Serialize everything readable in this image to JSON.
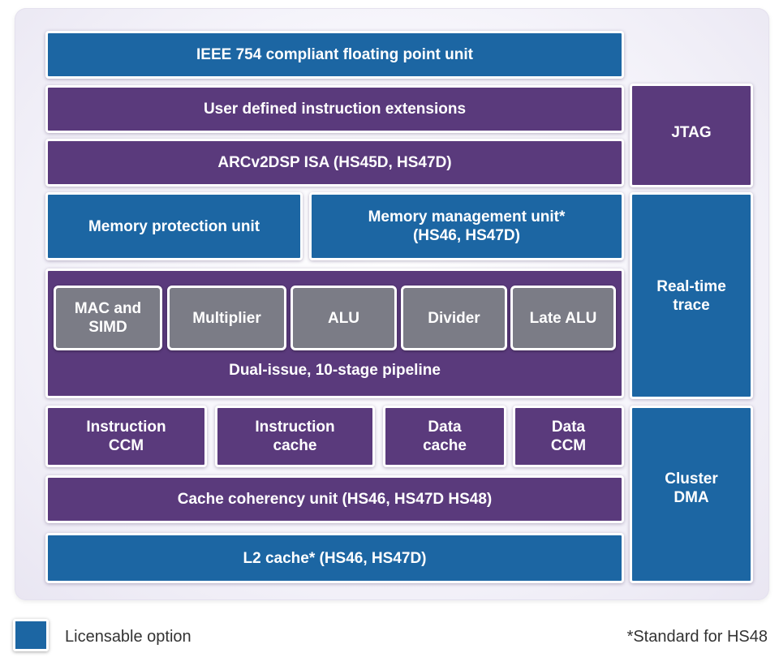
{
  "colors": {
    "licensable": "#1c66a3",
    "standard": "#5a3a7c",
    "execution_unit": "#7b7c86"
  },
  "blocks": {
    "fpu": "IEEE 754 compliant floating point unit",
    "udie": "User defined instruction extensions",
    "dsp_isa": "ARCv2DSP ISA (HS45D, HS47D)",
    "mpu": "Memory protection unit",
    "mmu_line1": "Memory management unit*",
    "mmu_line2": "(HS46, HS47D)",
    "pipeline": "Dual-issue, 10-stage pipeline",
    "units": [
      {
        "line1": "MAC and",
        "line2": "SIMD"
      },
      {
        "line1": "Multiplier",
        "line2": ""
      },
      {
        "line1": "ALU",
        "line2": ""
      },
      {
        "line1": "Divider",
        "line2": ""
      },
      {
        "line1": "Late ALU",
        "line2": ""
      }
    ],
    "memories": [
      {
        "line1": "Instruction",
        "line2": "CCM"
      },
      {
        "line1": "Instruction",
        "line2": "cache"
      },
      {
        "line1": "Data",
        "line2": "cache"
      },
      {
        "line1": "Data",
        "line2": "CCM"
      }
    ],
    "ccu": "Cache coherency unit (HS46, HS47D HS48)",
    "l2": "L2 cache* (HS46, HS47D)",
    "jtag": "JTAG",
    "trace_line1": "Real-time",
    "trace_line2": "trace",
    "dma_line1": "Cluster",
    "dma_line2": "DMA"
  },
  "legend": {
    "label": "Licensable option",
    "note": "*Standard for HS48"
  }
}
